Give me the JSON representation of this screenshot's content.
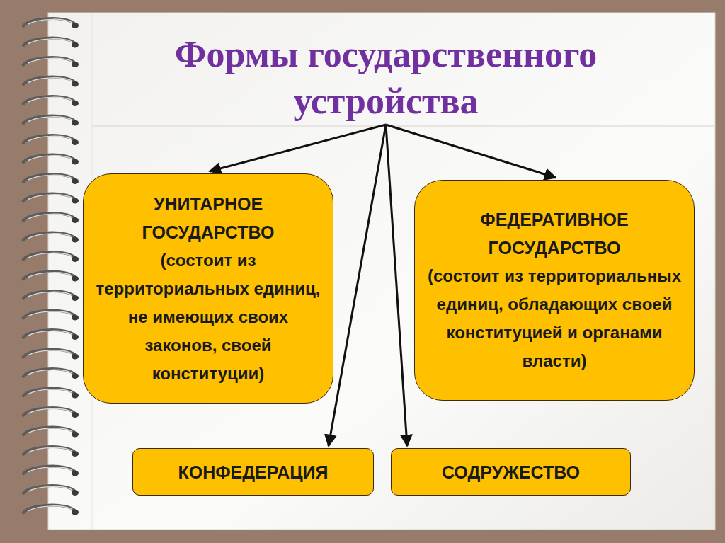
{
  "diagram": {
    "title": "Формы государственного устройства",
    "nodes": [
      {
        "text": [
          "УНИТАРНОЕ ГОСУДАРСТВО",
          "(состоит из территориальных единиц, не имеющих своих законов, своей конституции)"
        ]
      },
      {
        "text": [
          "ФЕДЕРАТИВНОЕ ГОСУДАРСТВО",
          "(состоит из территориальных единиц, обладающих своей конституцией и органами власти)"
        ]
      },
      {
        "text": [
          "КОНФЕДЕРАЦИЯ"
        ]
      },
      {
        "text": [
          "СОДРУЖЕСТВО"
        ]
      }
    ]
  }
}
